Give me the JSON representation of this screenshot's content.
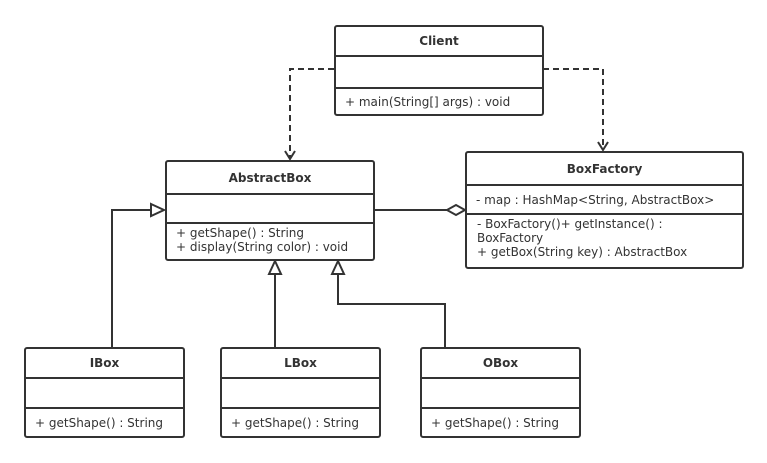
{
  "colors": {
    "stroke": "#333333",
    "background": "#ffffff"
  },
  "classes": {
    "client": {
      "name": "Client",
      "attributes": [],
      "operations": [
        "+ main(String[] args) : void"
      ]
    },
    "abstract_box": {
      "name": "AbstractBox",
      "attributes": [],
      "operations": [
        "+ getShape() : String",
        "+ display(String color) : void"
      ]
    },
    "box_factory": {
      "name": "BoxFactory",
      "attributes": [
        "- map : HashMap<String, AbstractBox>"
      ],
      "operations": [
        "- BoxFactory()+ getInstance() :",
        "BoxFactory",
        "+ getBox(String key) : AbstractBox"
      ]
    },
    "ibox": {
      "name": "IBox",
      "attributes": [],
      "operations": [
        "+ getShape() : String"
      ]
    },
    "lbox": {
      "name": "LBox",
      "attributes": [],
      "operations": [
        "+ getShape() : String"
      ]
    },
    "obox": {
      "name": "OBox",
      "attributes": [],
      "operations": [
        "+ getShape() : String"
      ]
    }
  },
  "relationships": [
    {
      "type": "dependency",
      "from": "Client",
      "to": "AbstractBox"
    },
    {
      "type": "dependency",
      "from": "Client",
      "to": "BoxFactory"
    },
    {
      "type": "aggregation",
      "whole": "BoxFactory",
      "part": "AbstractBox"
    },
    {
      "type": "generalization",
      "from": "IBox",
      "to": "AbstractBox"
    },
    {
      "type": "generalization",
      "from": "LBox",
      "to": "AbstractBox"
    },
    {
      "type": "generalization",
      "from": "OBox",
      "to": "AbstractBox"
    }
  ]
}
